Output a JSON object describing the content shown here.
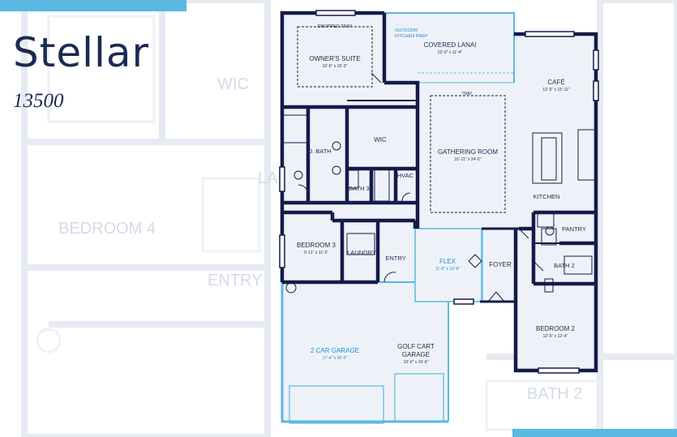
{
  "plan": {
    "name": "Stellar",
    "model_number": "13500"
  },
  "rooms": {
    "dropped_tray": "DROPPED TRAY",
    "owners_suite": {
      "name": "OWNER'S SUITE",
      "dims": "16'-5\" x 15'-3\""
    },
    "outdoor_kitchen_prep": {
      "line1": "OUTDOOR",
      "line2": "KITCHEN PREP"
    },
    "covered_lanai": {
      "name": "COVERED LANAI",
      "dims": "22'-0\" x 11'-4\""
    },
    "cafe": {
      "name": "CAFÉ",
      "dims": "12'-5\" x 15'-11\""
    },
    "tray": "TRAY",
    "gathering_room": {
      "name": "GATHERING ROOM",
      "dims": "16'-11\" x 24'-5\""
    },
    "kitchen": "KITCHEN",
    "wic": "WIC",
    "o_bath": "O. BATH",
    "bath_3": "BATH 3",
    "hvac": "HVAC",
    "pantry": "PANTRY",
    "bedroom_3": {
      "name": "BEDROOM 3",
      "dims": "9'-11\" x 11'-5\""
    },
    "laundry": "LAUNDRY",
    "entry": "ENTRY",
    "flex": {
      "name": "FLEX",
      "dims": "11'-0\" x 12'-8\""
    },
    "foyer": "FOYER",
    "bath_2": "BATH 2",
    "bedroom_2": {
      "name": "BEDROOM 2",
      "dims": "12'-5\" x 12'-4\""
    },
    "two_car_garage": {
      "name": "2 CAR GARAGE",
      "dims": "17'-4\" x 20'-0\""
    },
    "golf_cart_garage": {
      "line1": "GOLF CART",
      "line2": "GARAGE",
      "dims": "10'-0\" x 19'-6\""
    }
  },
  "background_labels": {
    "wic": "WIC",
    "laundry": "LAU",
    "bedroom_4": "BEDROOM 4",
    "entry": "ENTRY",
    "bath_2": "BATH 2"
  },
  "colors": {
    "wall": "#141a4a",
    "accent": "#5bb8e0",
    "title": "#1c2a52",
    "room_fill": "#eef2f8"
  }
}
